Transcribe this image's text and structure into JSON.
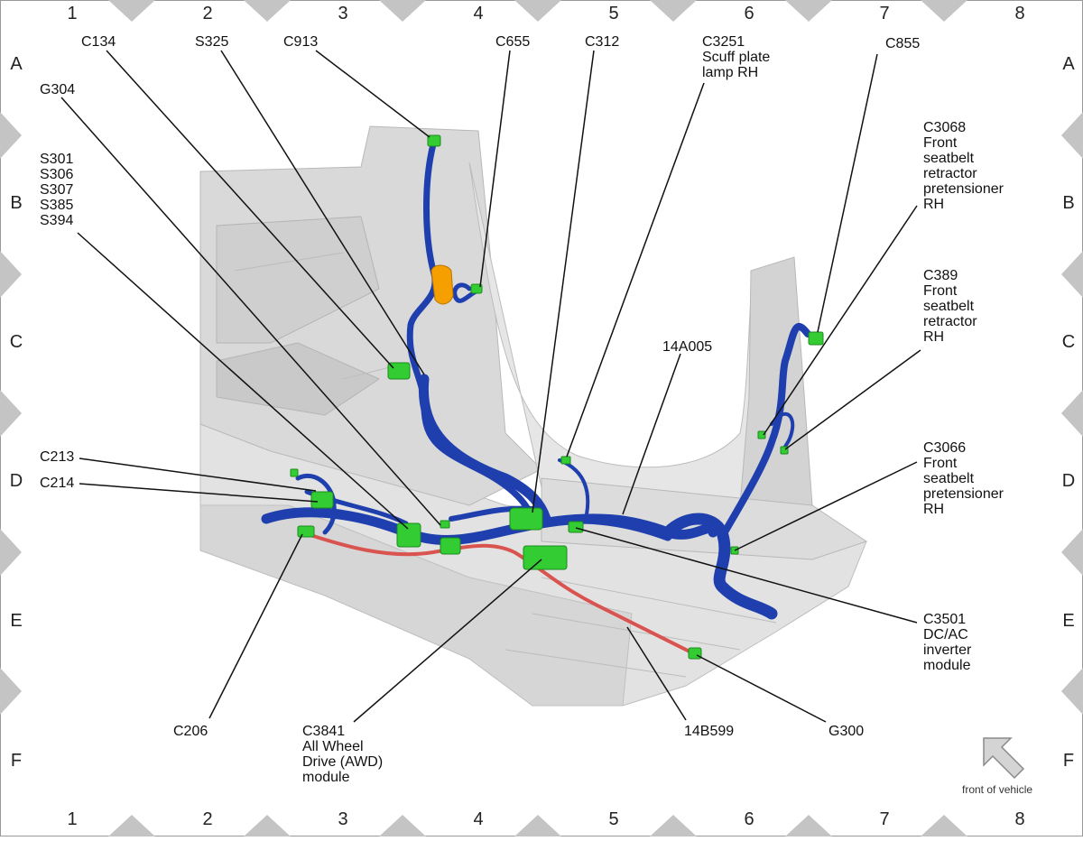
{
  "grid": {
    "columns": [
      "1",
      "2",
      "3",
      "4",
      "5",
      "6",
      "7",
      "8"
    ],
    "rows": [
      "A",
      "B",
      "C",
      "D",
      "E",
      "F"
    ]
  },
  "labels": {
    "c134": "C134",
    "s325": "S325",
    "c913": "C913",
    "c655": "C655",
    "c312": "C312",
    "c3251": "C3251\nScuff plate\nlamp RH",
    "c855": "C855",
    "g304": "G304",
    "splices": "S301\nS306\nS307\nS385\nS394",
    "c3068": "C3068\nFront\nseatbelt\nretractor\npretensioner\nRH",
    "c389": "C389\nFront\nseatbelt\nretractor\nRH",
    "harness_14a005": "14A005",
    "c3066": "C3066\nFront\nseatbelt\npretensioner\nRH",
    "c213": "C213",
    "c214": "C214",
    "c3501": "C3501\nDC/AC\ninverter\nmodule",
    "c206": "C206",
    "c3841": "C3841\nAll Wheel\nDrive (AWD)\nmodule",
    "harness_14b599": "14B599",
    "g300": "G300"
  },
  "front_of_vehicle": "front of vehicle",
  "colors": {
    "harness_main": "#1f3fae",
    "harness_secondary": "#d9534f",
    "connector": "#33cc33",
    "module": "#f5a000",
    "body": "#d8d8d8",
    "grid_marker": "#c4c4c4"
  }
}
